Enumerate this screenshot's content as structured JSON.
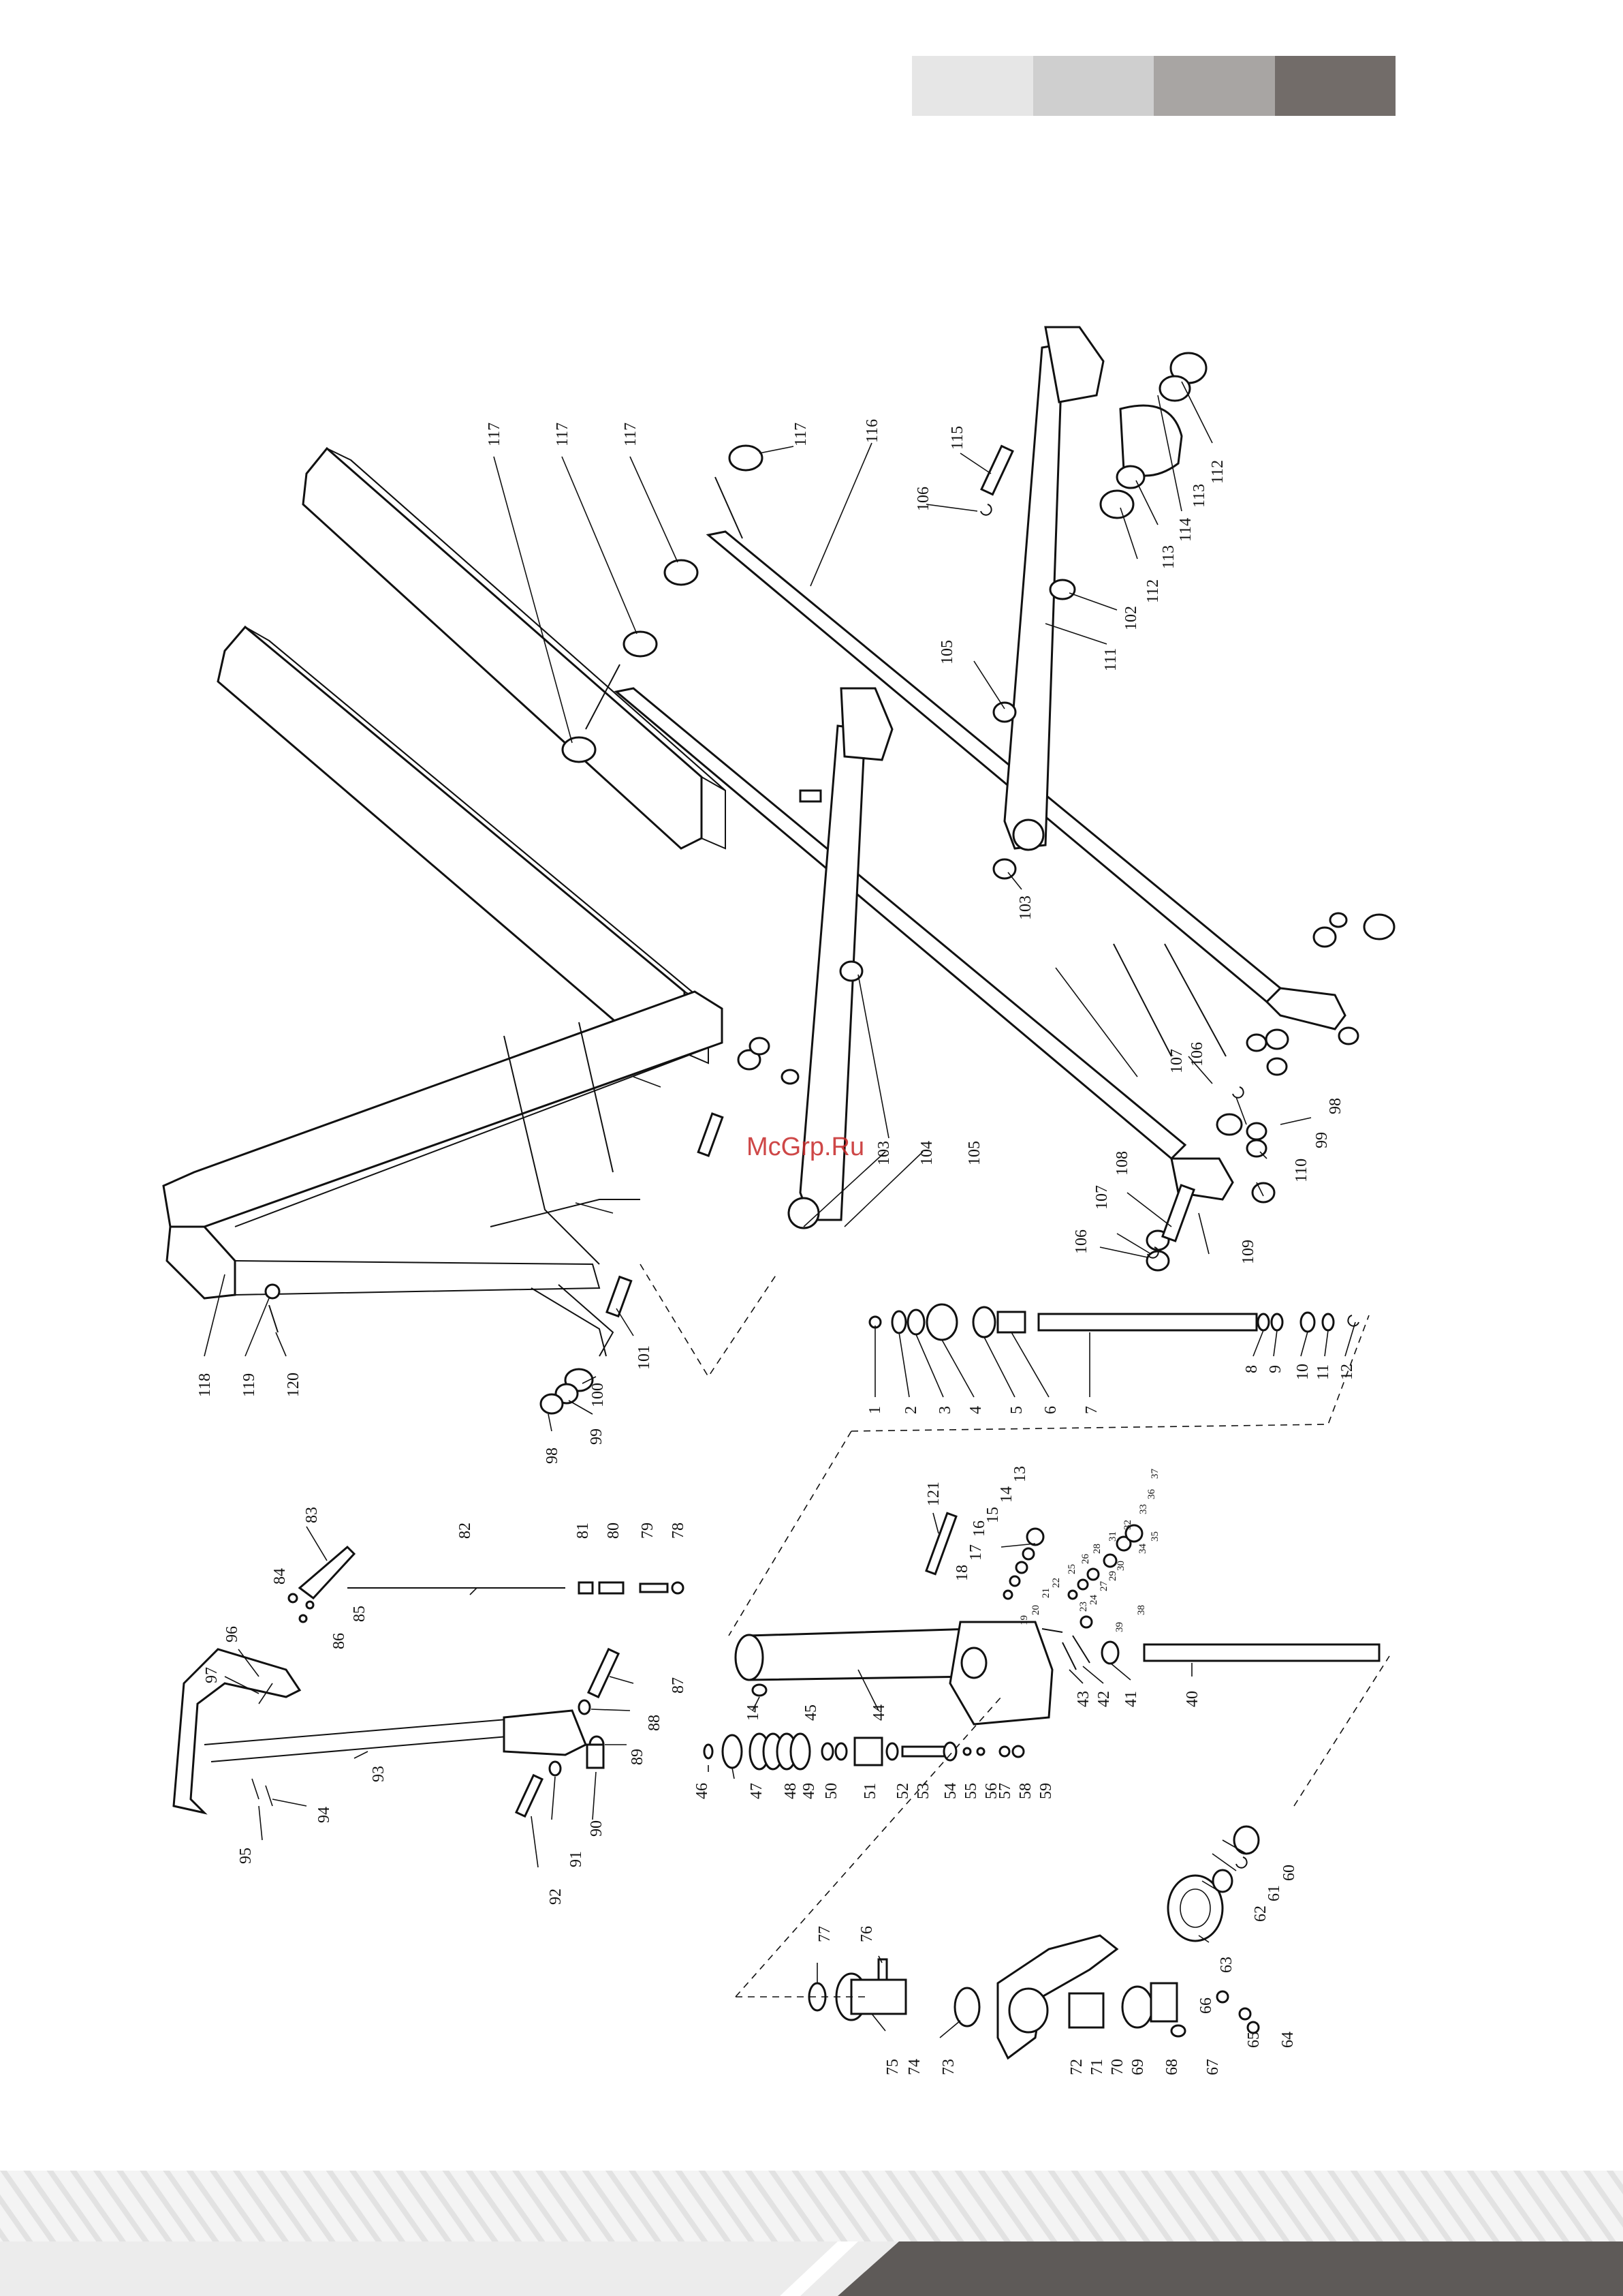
{
  "header": {
    "swatches": [
      "#e6e6e6",
      "#cfcfcf",
      "#a8a5a3",
      "#726c69"
    ]
  },
  "watermark": "McGrp.Ru",
  "diagram": {
    "callouts": [
      "1",
      "2",
      "3",
      "4",
      "5",
      "6",
      "7",
      "8",
      "9",
      "10",
      "11",
      "12",
      "13",
      "14",
      "15",
      "16",
      "17",
      "18",
      "19",
      "20",
      "21",
      "22",
      "23",
      "24",
      "25",
      "26",
      "27",
      "28",
      "29",
      "30",
      "31",
      "32",
      "33",
      "34",
      "35",
      "36",
      "37",
      "38",
      "39",
      "40",
      "41",
      "42",
      "43",
      "14",
      "45",
      "44",
      "46",
      "47",
      "48",
      "49",
      "50",
      "51",
      "52",
      "53",
      "54",
      "55",
      "56",
      "57",
      "58",
      "59",
      "60",
      "61",
      "62",
      "63",
      "64",
      "65",
      "66",
      "67",
      "68",
      "69",
      "70",
      "71",
      "72",
      "73",
      "74",
      "75",
      "76",
      "77",
      "78",
      "79",
      "80",
      "81",
      "82",
      "83",
      "84",
      "85",
      "86",
      "87",
      "88",
      "89",
      "90",
      "91",
      "92",
      "93",
      "94",
      "95",
      "96",
      "97",
      "98",
      "99",
      "100",
      "101",
      "102",
      "103",
      "103",
      "104",
      "105",
      "105",
      "106",
      "106",
      "106",
      "107",
      "107",
      "108",
      "109",
      "110",
      "111",
      "112",
      "112",
      "113",
      "113",
      "114",
      "115",
      "116",
      "117",
      "117",
      "117",
      "117",
      "118",
      "119",
      "120",
      "121",
      "98",
      "99"
    ]
  },
  "footer": {
    "colors": {
      "light": "#ececec",
      "dark": "#5e5a58"
    }
  }
}
